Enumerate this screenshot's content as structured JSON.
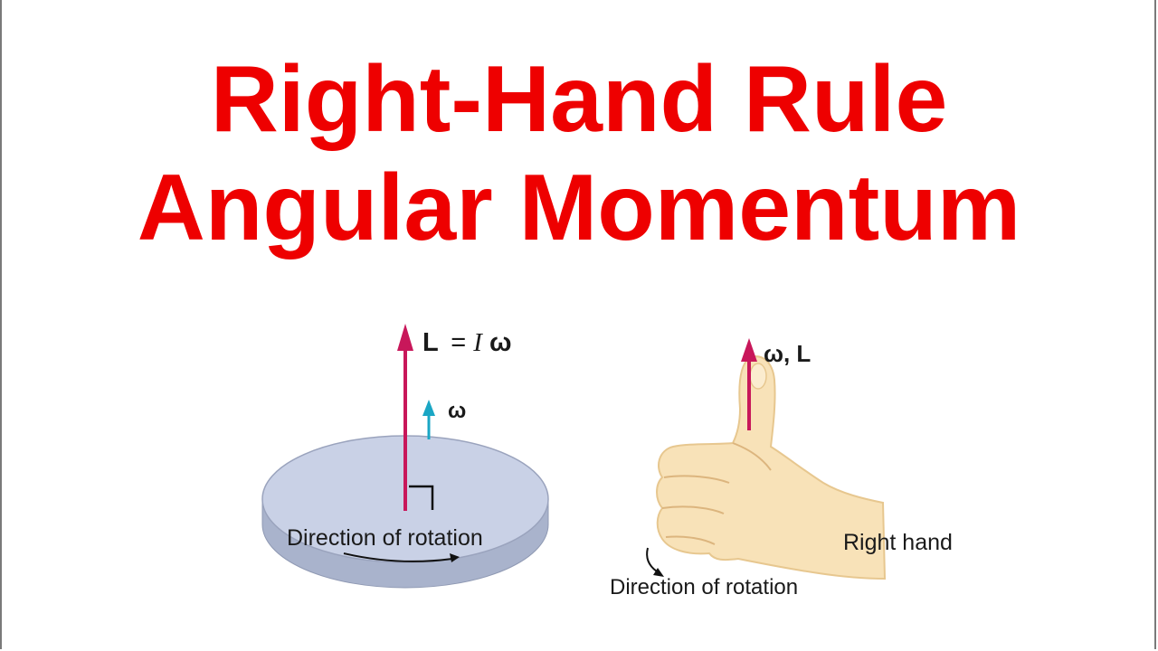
{
  "title": {
    "line1": "Right-Hand Rule",
    "line2": "Angular Momentum"
  },
  "disk_diagram": {
    "vector_label_L": "L",
    "vector_label_eq": "= ",
    "vector_label_I": "I",
    "vector_label_omega": "ω",
    "omega_label": "ω",
    "rotation_label": "Direction of rotation",
    "disk_color": "#c9d1e6",
    "L_arrow_color": "#c8175a",
    "omega_arrow_color": "#1aa6c4"
  },
  "hand_diagram": {
    "vector_label": "ω, L",
    "hand_label": "Right hand",
    "rotation_label": "Direction of rotation",
    "hand_color": "#f8e2b8"
  }
}
